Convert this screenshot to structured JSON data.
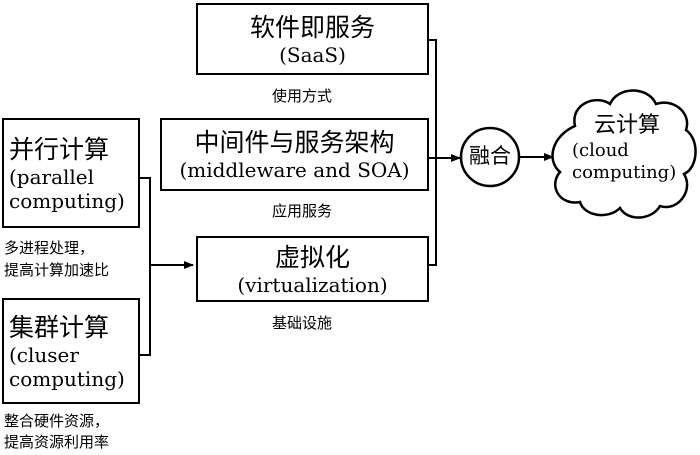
{
  "boxes": {
    "saas": {
      "zh": "软件即服务",
      "en": "(SaaS)",
      "caption": "使用方式"
    },
    "middleware": {
      "zh": "中间件与服务架构",
      "en": "(middleware and SOA)",
      "caption": "应用服务"
    },
    "virtualization": {
      "zh": "虚拟化",
      "en": "(virtualization)",
      "caption": "基础设施"
    },
    "parallel": {
      "zh": "并行计算",
      "en1": "(parallel",
      "en2": "computing)",
      "caption1": "多进程处理，",
      "caption2": "提高计算加速比"
    },
    "cluster": {
      "zh": "集群计算",
      "en1": "(cluser",
      "en2": "computing)",
      "caption1": "整合硬件资源，",
      "caption2": "提高资源利用率"
    }
  },
  "fusion": {
    "label": "融合"
  },
  "cloud": {
    "zh": "云计算",
    "en1": "(cloud",
    "en2": "computing)"
  }
}
